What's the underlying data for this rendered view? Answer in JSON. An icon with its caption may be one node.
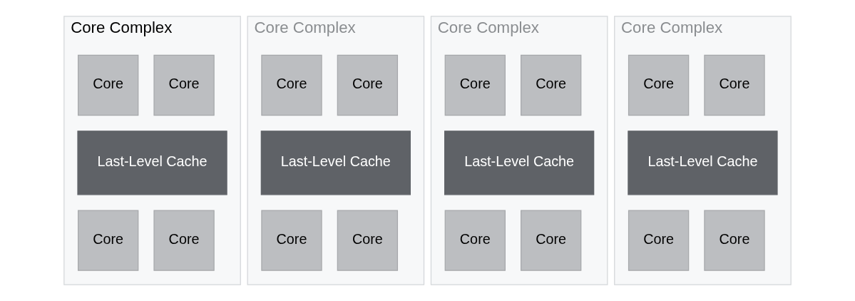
{
  "diagram": {
    "nodes": [
      {
        "text": [
          "Core Complex"
        ]
      },
      {
        "text": [
          "Core"
        ],
        "in": 0
      },
      {
        "text": [
          "Core"
        ],
        "in": 0
      },
      {
        "text": [
          "Last-Level Cache"
        ],
        "in": 0
      },
      {
        "text": [
          "Core"
        ],
        "in": 0
      },
      {
        "text": [
          "Core"
        ],
        "in": 0
      },
      {
        "text": [
          "Core Complex"
        ]
      },
      {
        "text": [
          "Core"
        ],
        "in": 6
      },
      {
        "text": [
          "Core"
        ],
        "in": 6
      },
      {
        "text": [
          "Last-Level Cache"
        ],
        "in": 6
      },
      {
        "text": [
          "Core"
        ],
        "in": 6
      },
      {
        "text": [
          "Core"
        ],
        "in": 6
      },
      {
        "text": [
          "Core Complex"
        ]
      },
      {
        "text": [
          "Core"
        ],
        "in": 12
      },
      {
        "text": [
          "Core"
        ],
        "in": 12
      },
      {
        "text": [
          "Last-Level Cache"
        ],
        "in": 12
      },
      {
        "text": [
          "Core"
        ],
        "in": 12
      },
      {
        "text": [
          "Core"
        ],
        "in": 12
      },
      {
        "text": [
          "Core Complex"
        ]
      },
      {
        "text": [
          "Core"
        ],
        "in": 18
      },
      {
        "text": [
          "Core"
        ],
        "in": 18
      },
      {
        "text": [
          "Last-Level Cache"
        ],
        "in": 18
      },
      {
        "text": [
          "Core"
        ],
        "in": 18
      },
      {
        "text": [
          "Core"
        ],
        "in": 18
      }
    ]
  }
}
